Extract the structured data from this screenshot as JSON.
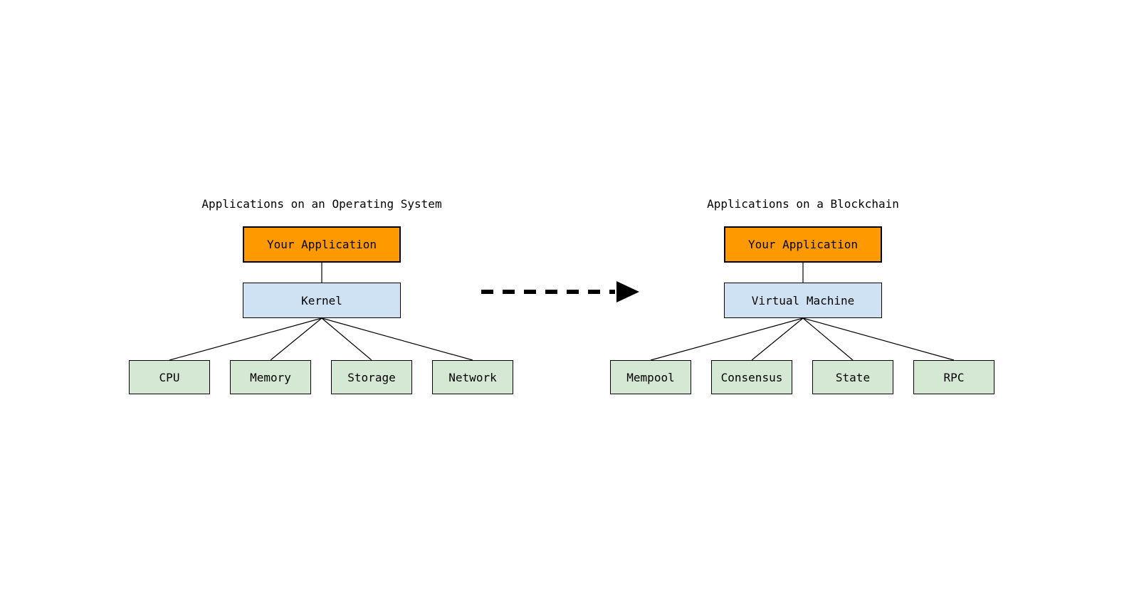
{
  "colors": {
    "background": "#FFFFFF",
    "app_fill": "#FF9900",
    "middle_fill": "#CFE2F3",
    "component_fill": "#D5E8D4",
    "border": "#000000",
    "line": "#000000"
  },
  "left_diagram": {
    "title": "Applications on an Operating System",
    "app_label": "Your Application",
    "middle_label": "Kernel",
    "components": [
      "CPU",
      "Memory",
      "Storage",
      "Network"
    ]
  },
  "right_diagram": {
    "title": "Applications on a Blockchain",
    "app_label": "Your Application",
    "middle_label": "Virtual Machine",
    "components": [
      "Mempool",
      "Consensus",
      "State",
      "RPC"
    ]
  },
  "arrow": {
    "style": "dashed",
    "direction": "right"
  }
}
